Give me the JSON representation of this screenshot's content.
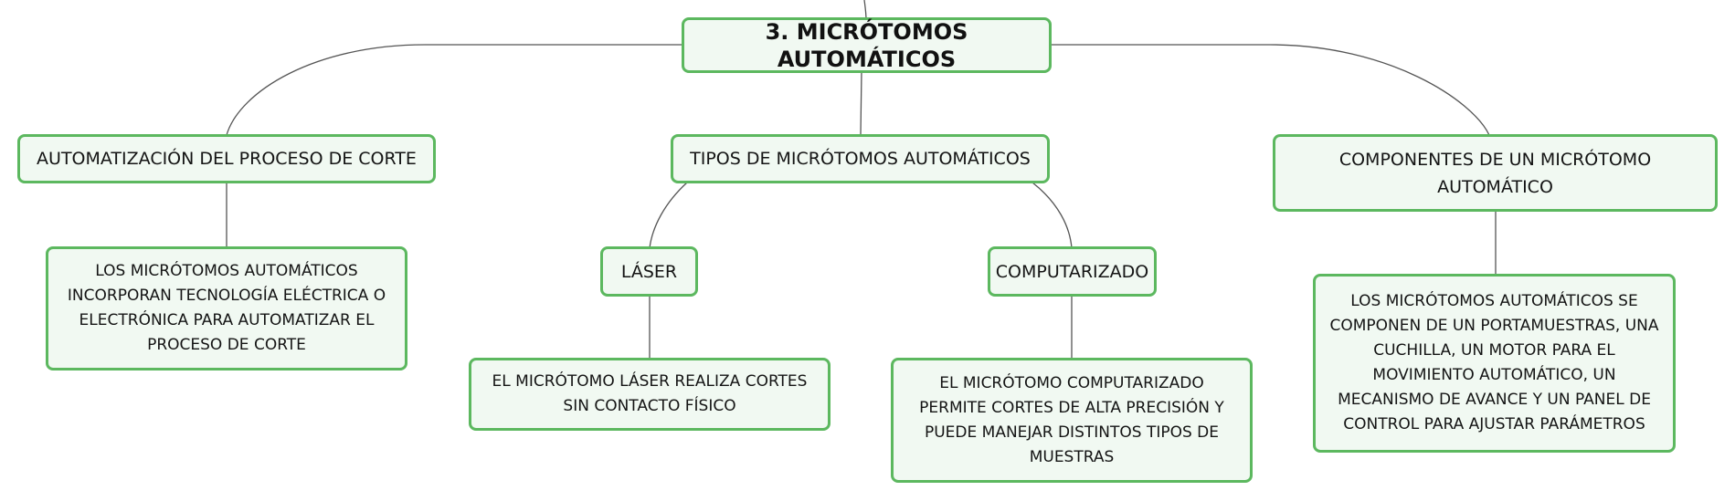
{
  "diagram": {
    "type": "mind-map",
    "accent_color": "#5cb85f",
    "node_fill": "#f1f9f2",
    "connector_color": "#555555",
    "root": {
      "label": "3. MICRÓTOMOS AUTOMÁTICOS"
    },
    "branches": [
      {
        "label": "AUTOMATIZACIÓN DEL PROCESO DE CORTE",
        "detail": "LOS MICRÓTOMOS AUTOMÁTICOS INCORPORAN TECNOLOGÍA ELÉCTRICA O ELECTRÓNICA PARA AUTOMATIZAR EL PROCESO DE CORTE"
      },
      {
        "label": "TIPOS DE MICRÓTOMOS AUTOMÁTICOS",
        "children": [
          {
            "label": "LÁSER",
            "detail": "EL MICRÓTOMO LÁSER REALIZA CORTES SIN CONTACTO FÍSICO"
          },
          {
            "label": "COMPUTARIZADO",
            "detail": "EL MICRÓTOMO COMPUTARIZADO PERMITE CORTES DE ALTA PRECISIÓN Y PUEDE MANEJAR DISTINTOS TIPOS DE MUESTRAS"
          }
        ]
      },
      {
        "label": "COMPONENTES DE UN MICRÓTOMO AUTOMÁTICO",
        "detail": "LOS MICRÓTOMOS AUTOMÁTICOS SE COMPONEN DE UN PORTAMUESTRAS, UNA CUCHILLA, UN MOTOR PARA EL MOVIMIENTO AUTOMÁTICO, UN MECANISMO DE AVANCE Y UN PANEL DE CONTROL PARA AJUSTAR PARÁMETROS"
      }
    ]
  }
}
